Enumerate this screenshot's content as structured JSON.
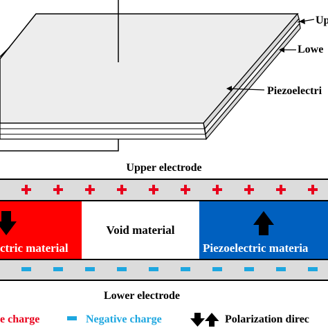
{
  "top_labels": {
    "upper": "Upp",
    "lower": "Lowe",
    "piezo": "Piezoelectri"
  },
  "cross_section": {
    "upper_electrode": "Upper electrode",
    "lower_electrode": "Lower electrode",
    "left_material": "ctric material",
    "void_material": "Void material",
    "right_material": "Piezoelectric materia"
  },
  "legend": {
    "positive_charge": "e charge",
    "negative_charge": "Negative charge",
    "polarization": "Polarization direc"
  },
  "colors": {
    "positive": "#e8001c",
    "negative": "#1ea7e0",
    "left_material": "#ff0000",
    "right_material": "#0060bf",
    "electrode": "#dcdcdc"
  }
}
